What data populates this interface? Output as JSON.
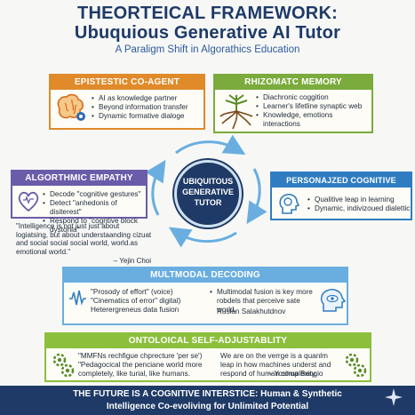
{
  "header": {
    "title_line1": "THEORTEICAL FRAMEWORK:",
    "title_line2": "Ubuquious Generative AI Tutor",
    "subtitle": "A Paraligm Shift in Algorathics Education"
  },
  "epistemic": {
    "title": "EPISTESTIC CO-AGENT",
    "items": [
      "AI as knowledge partner",
      "Beyond information transfer",
      "Dynamic formative dialoge"
    ]
  },
  "rhizomatic": {
    "title": "RHIZOMATC MEMORY",
    "items": [
      "Diachronic coggition",
      "Learner's lifetline synaptic web",
      "Knowledge, emotions interactions"
    ]
  },
  "center": {
    "label": "UBIQUITOUS GENERATIVE TUTOR"
  },
  "empathy": {
    "title": "ALGORTHMIC EMPATHY",
    "items": [
      "Decode \"cognitive gestures\"",
      "Detect \"anhedonis of disiterest\"",
      "Respond to \"cogntive block dystonia\""
    ],
    "quote": "\"Intelligence is not just just about logiatsing, but about understaanding cizuat and social social social world, world.as emotional world.\"",
    "attribution": "– Yejin Choi"
  },
  "synthesis": {
    "title": "PERSONAJZED COGNITIVE SYNTHESIS",
    "items": [
      "Qualitive leap in learning",
      "Dynamic, indivizoued dialettic"
    ]
  },
  "decoding": {
    "title": "MULTMODAL DECODING",
    "left_items": [
      "\"Prosody of effort\" (voice)",
      "\"Cinematics of error\" digital)",
      "Heterergreneus data fusion"
    ],
    "right_items": [
      "Multimodal fusion is key more robdels that perceive sate world."
    ],
    "right_attribution": "Ruslan Salakhutdnov"
  },
  "ontological": {
    "title": "ONTOLOICAL SELF-ADJUSTABLITY",
    "left_items": [
      "\"MMFNs rechfigue chprecture 'per se')",
      "\"Pedagocical the penciane world more completely, like turial, like humans."
    ],
    "right_text": "We are on the verrge is a quanlm leap in how machines underst and respond of human complexity.",
    "right_attribution": "– Yoshua Bengio"
  },
  "footer": {
    "line1": "THE FUTURE IS A COGNITIVE INTERSTICE: Human & Synthetic",
    "line2": "Intelligence Co-evoliving for Unlimited Potential"
  },
  "colors": {
    "navy": "#1f3a66",
    "orange": "#e08a2a",
    "green": "#7aab3c",
    "purple": "#6a5ca8",
    "blue": "#2f7dc0",
    "light_blue": "#6aaee0",
    "lime": "#8cbf3c"
  }
}
